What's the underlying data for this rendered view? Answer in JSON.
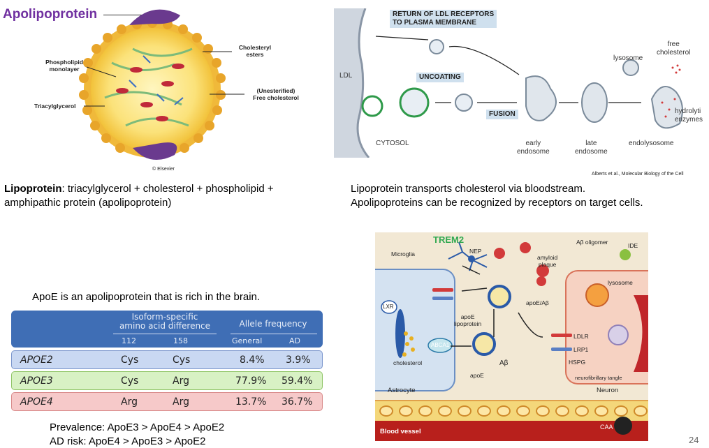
{
  "slide": {
    "title": "Apolipoprotein",
    "page_number": "24"
  },
  "lipoprotein_figure": {
    "labels": {
      "phospholipid": "Phospholipid\nmonolayer",
      "triacylglycerol": "Triacylglycerol",
      "cholesteryl_esters": "Cholesteryl\nesters",
      "free_cholesterol": "(Unesterified)\nFree cholesterol"
    },
    "credit": "© Elsevier"
  },
  "lipoprotein_caption": {
    "term": "Lipoprotein",
    "text": ": triacylglycerol + cholesterol + phospholipid + amphipathic protein (apolipoprotein)"
  },
  "endocytosis_figure": {
    "return_box": "RETURN OF LDL RECEPTORS\nTO PLASMA MEMBRANE",
    "uncoating_box": "UNCOATING",
    "fusion_box": "FUSION",
    "ldl": "LDL",
    "cytosol": "CYTOSOL",
    "early_endosome": "early\nendosome",
    "late_endosome": "late\nendosome",
    "endolysosome": "endolysosome",
    "lysosome": "lysosome",
    "free_cholesterol": "free\ncholesterol",
    "hydrolytic": "hydrolyti\nenzymes",
    "credit": "Alberts et al., Molecular Biology of the Cell"
  },
  "transport_caption": {
    "line1": "Lipoprotein transports cholesterol via bloodstream.",
    "line2": "Apolipoproteins can be recognized by receptors on target cells."
  },
  "apoe_intro": "ApoE is an apolipoprotein that is rich in the brain.",
  "apoe_table": {
    "group1": "Isoform-specific\namino acid difference",
    "group2": "Allele frequency",
    "col_112": "112",
    "col_158": "158",
    "col_general": "General",
    "col_ad": "AD",
    "rows": [
      {
        "gene": "APOE2",
        "aa112": "Cys",
        "aa158": "Cys",
        "general": "8.4%",
        "ad": "3.9%",
        "color": "#c9d8f2",
        "border": "#7a95cc"
      },
      {
        "gene": "APOE3",
        "aa112": "Cys",
        "aa158": "Arg",
        "general": "77.9%",
        "ad": "59.4%",
        "color": "#d8f1c4",
        "border": "#8fc466"
      },
      {
        "gene": "APOE4",
        "aa112": "Arg",
        "aa158": "Arg",
        "general": "13.7%",
        "ad": "36.7%",
        "color": "#f6c9c9",
        "border": "#d98a8a"
      }
    ]
  },
  "summary": {
    "prevalence": "Prevalence: ApoE3 > ApoE4 > ApoE2",
    "ad_risk": "AD risk: ApoE4 > ApoE3 > ApoE2"
  },
  "ad_figure": {
    "trem2": "TREM2",
    "microglia": "Microglia",
    "nep": "NEP",
    "amyloid_plaque": "amyloid\nplaque",
    "ab_oligomer": "Aβ oligomer",
    "ide": "IDE",
    "lysosome": "lysosome",
    "lxr": "LXR",
    "apoe_ab": "apoE/Aβ",
    "apoe_lipoprotein": "apoE\nlipoprotein",
    "abca1": "ABCA1",
    "cholesterol": "cholesterol",
    "ab": "Aβ",
    "apoe": "apoE",
    "ldlr": "LDLR",
    "lrp1": "LRP1",
    "hspg": "HSPG",
    "nft": "neurofibrillary tangle",
    "astrocyte": "Astrocyte",
    "neuron": "Neuron",
    "blood_vessel": "Blood vessel",
    "caa": "CAA"
  },
  "colors": {
    "title": "#7030a0",
    "table_header": "#3f6eb5",
    "trem2": "#2fa84f"
  }
}
